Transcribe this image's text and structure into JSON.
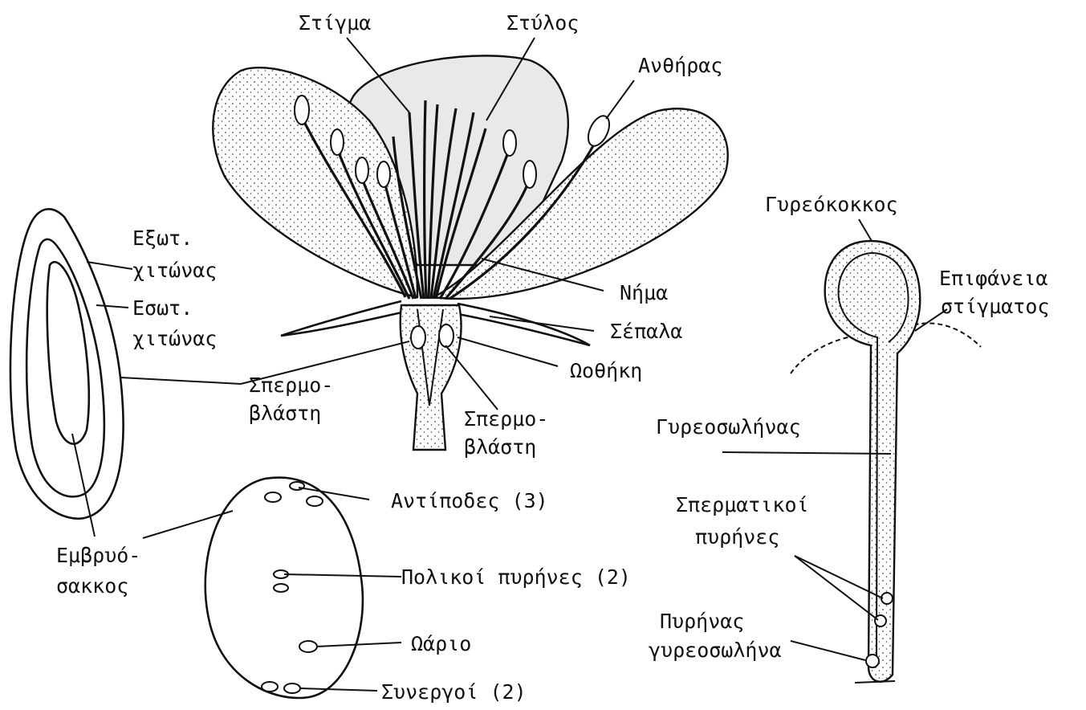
{
  "labels": {
    "stigma": "Στίγμα",
    "style": "Στύλος",
    "anther": "Ανθήρας",
    "filament": "Νήμα",
    "sepals": "Σέπαλα",
    "ovary": "Ωοθήκη",
    "ovule_left_1": "Σπερμο-",
    "ovule_left_2": "βλάστη",
    "ovule_right_1": "Σπερμο-",
    "ovule_right_2": "βλάστη",
    "outer_integument_1": "Εξωτ.",
    "outer_integument_2": "χιτώνας",
    "inner_integument_1": "Εσωτ.",
    "inner_integument_2": "χιτώνας",
    "embryo_sac_1": "Εμβρυό-",
    "embryo_sac_2": "σακκος",
    "antipodals": "Αντίποδες (3)",
    "polar_nuclei": "Πολικοί πυρήνες (2)",
    "egg": "Ωάριο",
    "synergids": "Συνεργοί (2)",
    "pollen_grain": "Γυρεόκοκκος",
    "stigma_surface_1": "Επιφάνεια",
    "stigma_surface_2": "στίγματος",
    "pollen_tube": "Γυρεοσωλήνας",
    "sperm_nuclei_1": "Σπερματικοί",
    "sperm_nuclei_2": "πυρήνες",
    "tube_nucleus_1": "Πυρήνας",
    "tube_nucleus_2": "γυρεοσωλήνα"
  }
}
